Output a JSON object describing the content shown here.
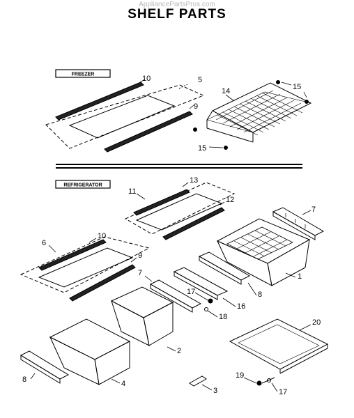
{
  "watermark": "AppliancePartsPros.com",
  "title": "SHELF PARTS",
  "sections": {
    "freezer": "FREEZER",
    "refrigerator": "REFRIGERATOR"
  },
  "callouts": {
    "c1": "1",
    "c2": "2",
    "c3": "3",
    "c4": "4",
    "c5": "5",
    "c6": "6",
    "c7a": "7",
    "c7b": "7",
    "c8a": "8",
    "c8b": "8",
    "c9a": "9",
    "c9b": "9",
    "c10a": "10",
    "c10b": "10",
    "c11": "11",
    "c12": "12",
    "c13": "13",
    "c14": "14",
    "c15a": "15",
    "c15b": "15",
    "c16": "16",
    "c17a": "17",
    "c17b": "17",
    "c18": "18",
    "c19": "19",
    "c20": "20"
  }
}
